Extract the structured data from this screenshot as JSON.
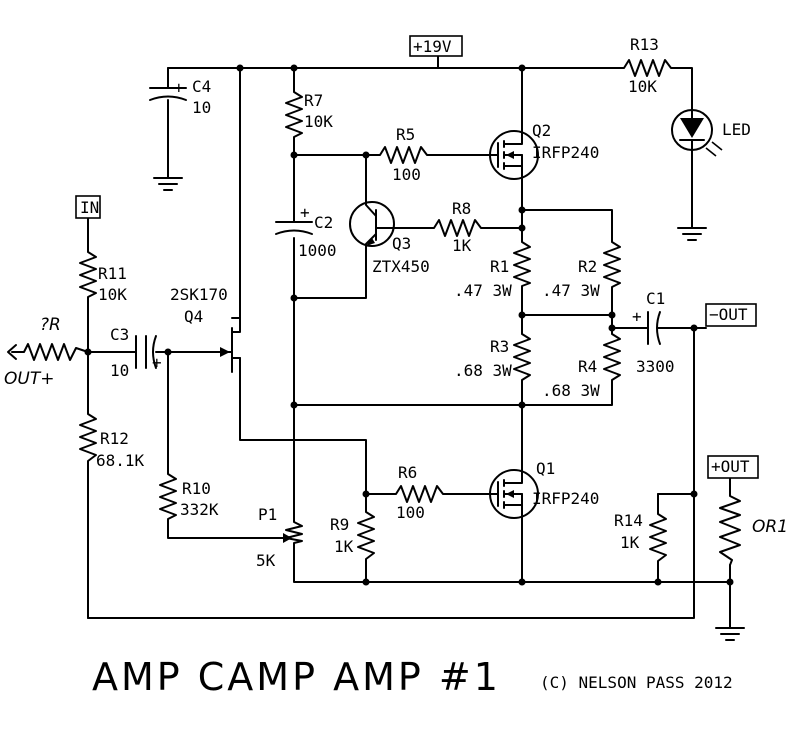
{
  "title": "AMP CAMP AMP #1",
  "copyright": "(C) NELSON PASS 2012",
  "rails": {
    "supply": "+19V"
  },
  "ports": {
    "in": "IN",
    "minus_out": "−OUT",
    "plus_out": "+OUT"
  },
  "handwritten": {
    "r_name": "?R",
    "out_plus": "OUT+",
    "or1": "OR1"
  },
  "components": {
    "C4": {
      "ref": "C4",
      "value": "10"
    },
    "R7": {
      "ref": "R7",
      "value": "10K"
    },
    "R5": {
      "ref": "R5",
      "value": "100"
    },
    "Q2": {
      "ref": "Q2",
      "value": "IRFP240"
    },
    "R13": {
      "ref": "R13",
      "value": "10K"
    },
    "LED": {
      "ref": "LED"
    },
    "C2": {
      "ref": "C2",
      "value": "1000"
    },
    "R8": {
      "ref": "R8",
      "value": "1K"
    },
    "Q3": {
      "ref": "Q3",
      "value": "ZTX450"
    },
    "R1": {
      "ref": "R1",
      "value": ".47 3W"
    },
    "R2": {
      "ref": "R2",
      "value": ".47 3W"
    },
    "R3": {
      "ref": "R3",
      "value": ".68 3W"
    },
    "R4": {
      "ref": "R4",
      "value": ".68 3W"
    },
    "C1": {
      "ref": "C1",
      "value": "3300"
    },
    "R11": {
      "ref": "R11",
      "value": "10K"
    },
    "Q4": {
      "ref": "Q4",
      "value": "2SK170"
    },
    "C3": {
      "ref": "C3",
      "value": "10"
    },
    "R12": {
      "ref": "R12",
      "value": "68.1K"
    },
    "R10": {
      "ref": "R10",
      "value": "332K"
    },
    "P1": {
      "ref": "P1",
      "value": "5K"
    },
    "R9": {
      "ref": "R9",
      "value": "1K"
    },
    "R6": {
      "ref": "R6",
      "value": "100"
    },
    "Q1": {
      "ref": "Q1",
      "value": "IRFP240"
    },
    "R14": {
      "ref": "R14",
      "value": "1K"
    }
  },
  "polarity": {
    "plus": "+"
  }
}
